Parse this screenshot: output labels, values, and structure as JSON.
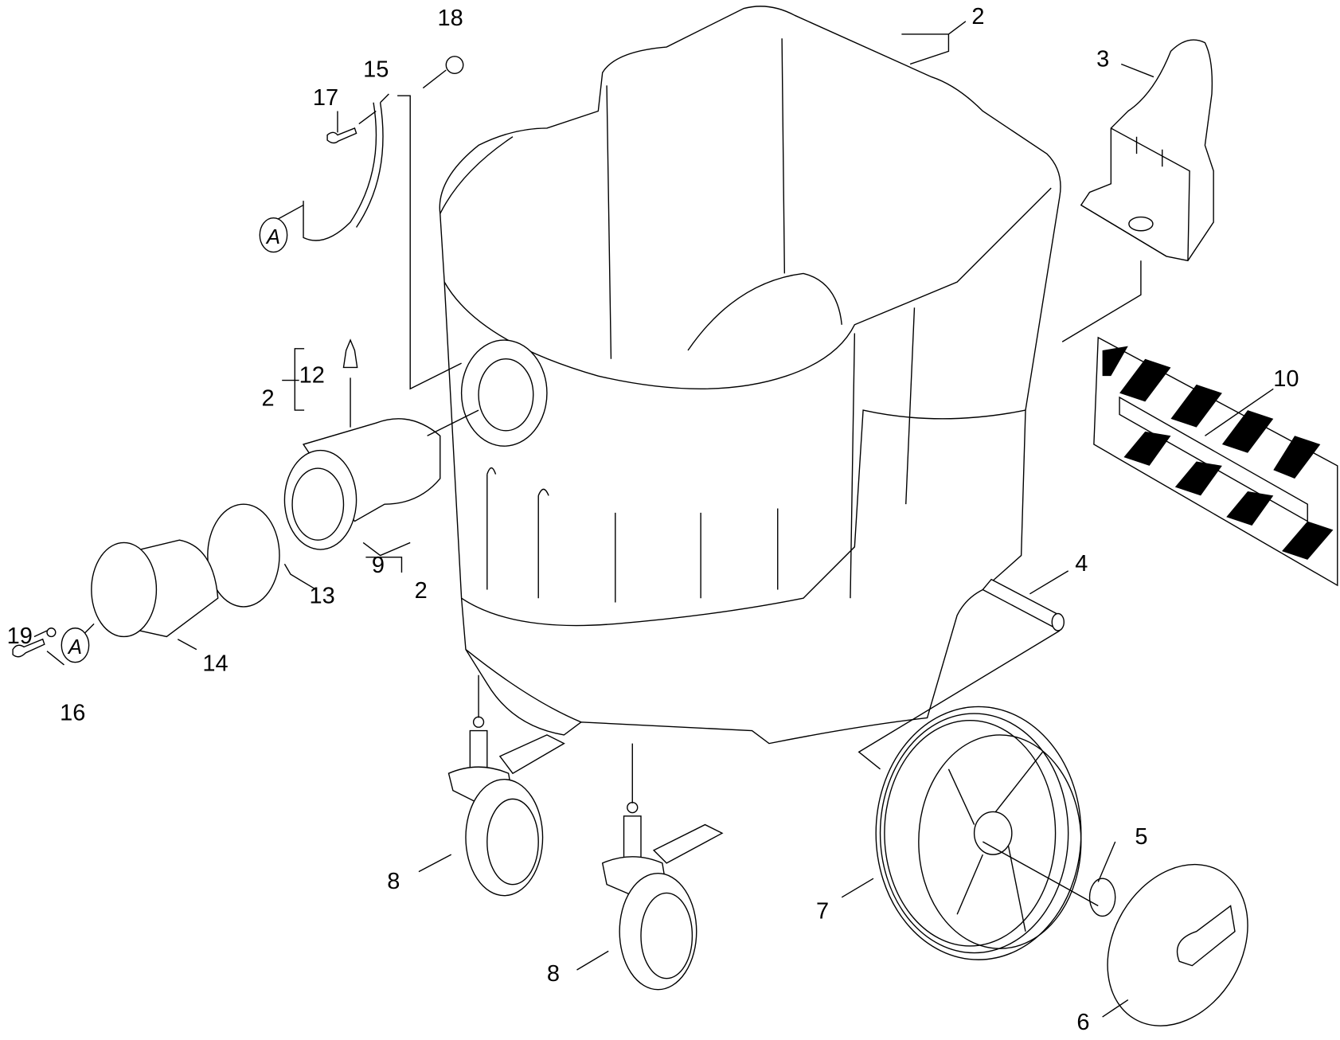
{
  "diagram": {
    "type": "exploded parts diagram",
    "part_labels": {
      "container_top": "2",
      "handle_3": "3",
      "label_10": "10",
      "axle_4": "4",
      "clip_5": "5",
      "hubcap_6": "6",
      "wheel_7": "7",
      "castor_left": "8",
      "castor_right": "8",
      "inlet_9": "9",
      "inlet_group_2": "2",
      "ring_13": "13",
      "socket_14": "14",
      "washer_19": "19",
      "screw_16": "16",
      "plug_12": "12",
      "plug_group_2": "2",
      "strap_15": "15",
      "screw_17": "17",
      "nut_18": "18",
      "ref_a_top": "A",
      "ref_a_bottom": "A"
    }
  }
}
